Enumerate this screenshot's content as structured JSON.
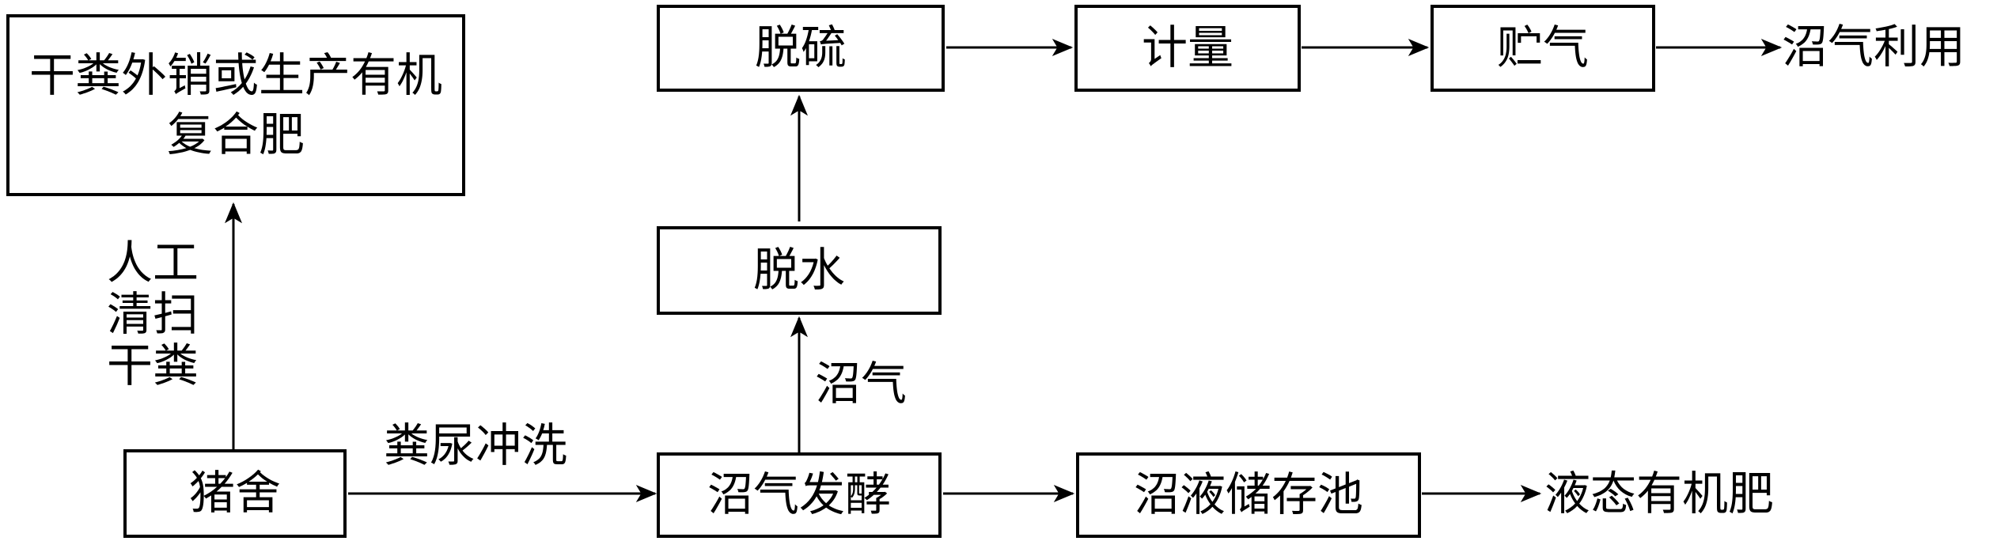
{
  "nodes": {
    "dry_manure": "干粪外销或生产有机复合肥",
    "pig_house": "猪舍",
    "fermentation": "沼气发酵",
    "dehydration": "脱水",
    "desulfurization": "脱硫",
    "metering": "计量",
    "gas_storage": "贮气",
    "slurry_pool": "沼液储存池"
  },
  "edge_labels": {
    "manual_sweep": "人工清扫干粪",
    "flush": "粪尿冲洗",
    "biogas": "沼气"
  },
  "outputs": {
    "biogas_use": "沼气利用",
    "liquid_fertilizer": "液态有机肥"
  }
}
